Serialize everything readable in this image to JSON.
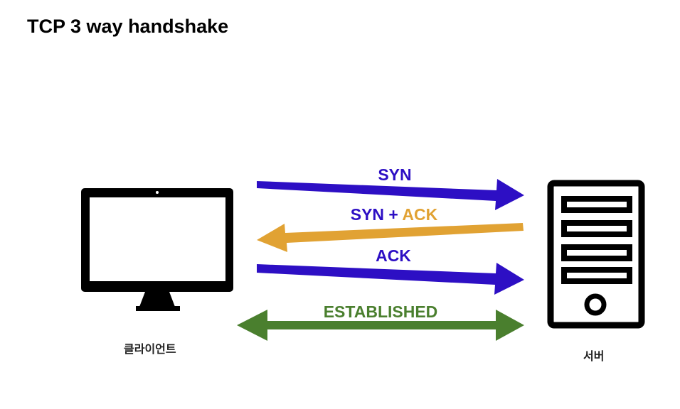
{
  "title": "TCP 3 way handshake",
  "client": {
    "label": "클라이언트"
  },
  "server": {
    "label": "서버"
  },
  "messages": [
    {
      "parts": [
        {
          "text": "SYN",
          "color": "#2d0fc4"
        }
      ],
      "arrow_color": "#2d0fc4",
      "direction": "client-to-server"
    },
    {
      "parts": [
        {
          "text": "SYN + ",
          "color": "#2d0fc4"
        },
        {
          "text": "ACK",
          "color": "#e1a233"
        }
      ],
      "arrow_color": "#e1a233",
      "direction": "server-to-client"
    },
    {
      "parts": [
        {
          "text": "ACK",
          "color": "#2d0fc4"
        }
      ],
      "arrow_color": "#2d0fc4",
      "direction": "client-to-server"
    },
    {
      "parts": [
        {
          "text": "ESTABLISHED",
          "color": "#4a7f2e"
        }
      ],
      "arrow_color": "#4a7f2e",
      "direction": "bidirectional"
    }
  ]
}
